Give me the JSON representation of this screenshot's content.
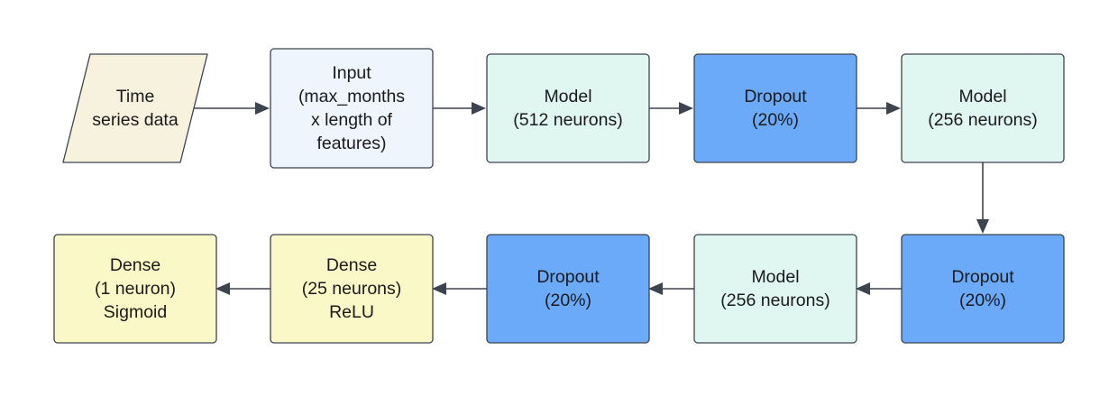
{
  "palette": {
    "data": "#f6f2de",
    "input": "#eef5fd",
    "model": "#dff6f1",
    "dropout": "#6aaaf8",
    "dense": "#fbf8c8",
    "stroke": "#3d4450",
    "edge": "#3d4450"
  },
  "nodes": [
    {
      "id": "time-series",
      "kind": "data",
      "lines": [
        "Time",
        "series data"
      ]
    },
    {
      "id": "input",
      "kind": "input",
      "lines": [
        "Input",
        "(max_months",
        "x length of",
        "features)"
      ]
    },
    {
      "id": "model-1",
      "kind": "model",
      "lines": [
        "Model",
        "(512 neurons)"
      ]
    },
    {
      "id": "dropout-1",
      "kind": "dropout",
      "lines": [
        "Dropout",
        "(20%)"
      ]
    },
    {
      "id": "model-2",
      "kind": "model",
      "lines": [
        "Model",
        "(256 neurons)"
      ]
    },
    {
      "id": "dropout-2",
      "kind": "dropout",
      "lines": [
        "Dropout",
        "(20%)"
      ]
    },
    {
      "id": "model-3",
      "kind": "model",
      "lines": [
        "Model",
        "(256 neurons)"
      ]
    },
    {
      "id": "dropout-3",
      "kind": "dropout",
      "lines": [
        "Dropout",
        "(20%)"
      ]
    },
    {
      "id": "dense-1",
      "kind": "dense",
      "lines": [
        "Dense",
        "(25 neurons)",
        "ReLU"
      ]
    },
    {
      "id": "dense-2",
      "kind": "dense",
      "lines": [
        "Dense",
        "(1 neuron)",
        "Sigmoid"
      ]
    }
  ],
  "edges": [
    {
      "from": "time-series",
      "to": "input"
    },
    {
      "from": "input",
      "to": "model-1"
    },
    {
      "from": "model-1",
      "to": "dropout-1"
    },
    {
      "from": "dropout-1",
      "to": "model-2"
    },
    {
      "from": "model-2",
      "to": "dropout-2"
    },
    {
      "from": "dropout-2",
      "to": "model-3"
    },
    {
      "from": "model-3",
      "to": "dropout-3"
    },
    {
      "from": "dropout-3",
      "to": "dense-1"
    },
    {
      "from": "dense-1",
      "to": "dense-2"
    }
  ]
}
